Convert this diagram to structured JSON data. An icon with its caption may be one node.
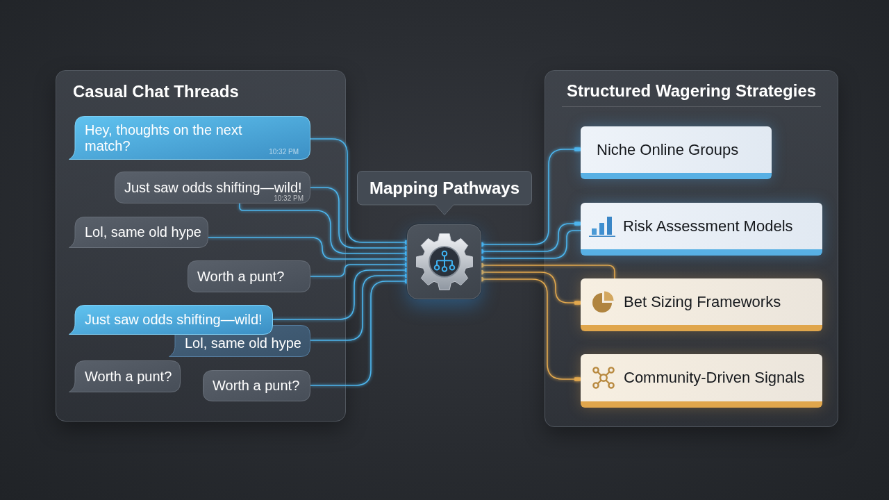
{
  "diagram": {
    "nodes": [
      {
        "text": [
          "Casual Chat Threads"
        ]
      },
      {
        "text": [
          "Hey, thoughts on the next match?",
          "10:32 PM"
        ],
        "in": 0
      },
      {
        "text": [
          "Just saw odds shifting—wild!",
          "10:32 PM"
        ],
        "in": 0
      },
      {
        "text": [
          "Lol, same old hype"
        ],
        "in": 0
      },
      {
        "text": [
          "Worth a punt?"
        ],
        "in": 0
      },
      {
        "text": [
          "Just saw odds shifting—wild!"
        ],
        "in": 0
      },
      {
        "text": [
          "Lol, same old hype"
        ],
        "in": 0
      },
      {
        "text": [
          "Worth a punt?"
        ],
        "in": 0
      },
      {
        "text": [
          "Worth a punt?"
        ],
        "in": 0
      },
      {
        "text": [
          "Mapping Pathways"
        ]
      },
      {
        "text": [],
        "shape": "box"
      },
      {
        "text": [
          "Structured Wagering Strategies"
        ]
      },
      {
        "text": [
          "Niche Online Groups"
        ],
        "in": 11
      },
      {
        "text": [
          "Risk Assessment Models"
        ],
        "in": 11
      },
      {
        "text": [
          "Bet Sizing Frameworks"
        ],
        "in": 11
      },
      {
        "text": [
          "Community-Driven Signals"
        ],
        "in": 11
      }
    ],
    "edges": [
      {
        "from": 1,
        "to": 10,
        "arrow": "other"
      },
      {
        "from": 2,
        "to": 10,
        "arrow": "other"
      },
      {
        "from": 2,
        "to": 10,
        "arrow": "other"
      },
      {
        "from": 3,
        "to": 10,
        "arrow": "other"
      },
      {
        "from": 4,
        "to": 10,
        "arrow": "other"
      },
      {
        "from": 5,
        "to": 10,
        "arrow": "other"
      },
      {
        "from": 6,
        "to": 10,
        "arrow": "other"
      },
      {
        "from": 8,
        "to": 10,
        "arrow": "other"
      },
      {
        "from": 10,
        "to": 12,
        "arrow": "other"
      },
      {
        "from": 10,
        "to": 13,
        "arrow": "other"
      },
      {
        "from": 10,
        "to": 13,
        "arrow": "other"
      },
      {
        "from": 10,
        "to": 14,
        "arrow": "other",
        "color": "#e3a94e"
      },
      {
        "from": 10,
        "to": 14,
        "arrow": "other",
        "color": "#e3a94e"
      },
      {
        "from": 10,
        "to": 15,
        "arrow": "other",
        "color": "#e3a94e"
      }
    ]
  }
}
